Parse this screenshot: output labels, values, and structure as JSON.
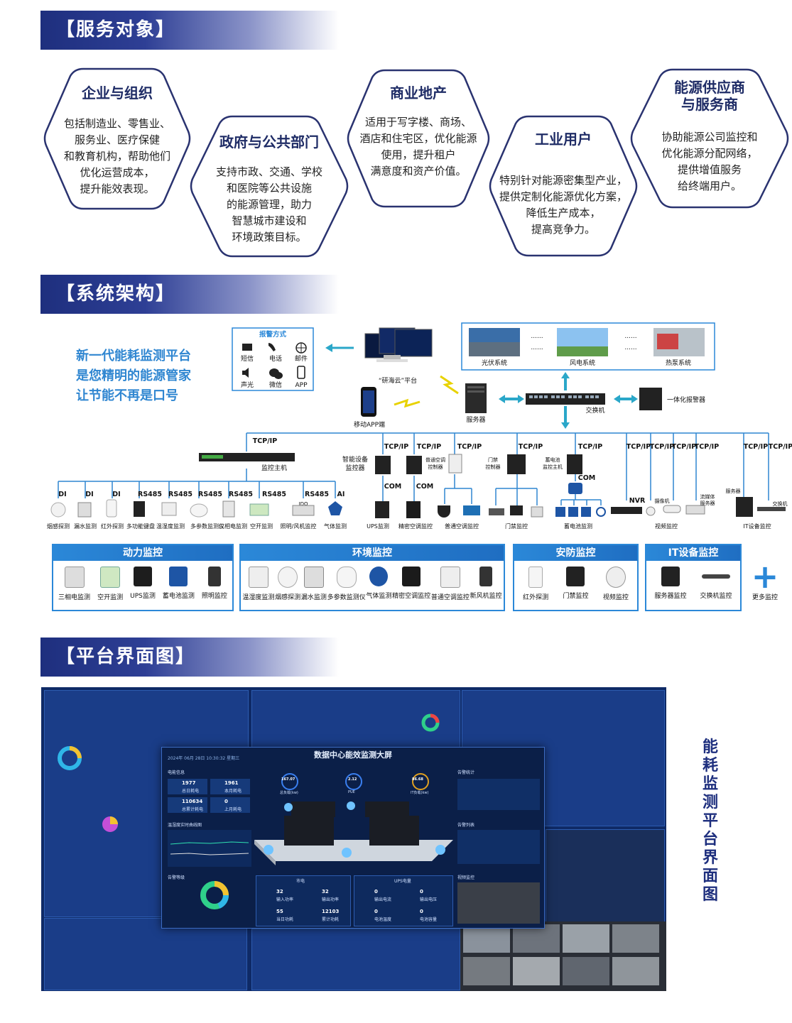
{
  "sections": {
    "service": "【服务对象】",
    "architecture": "【系统架构】",
    "platform": "【平台界面图】"
  },
  "service_targets": [
    {
      "title": "企业与组织",
      "desc": [
        "包括制造业、零售业、",
        "服务业、医疗保健",
        "和教育机构，帮助他们",
        "优化运营成本，",
        "提升能效表现。"
      ]
    },
    {
      "title": "政府与公共部门",
      "desc": [
        "支持市政、交通、学校",
        "和医院等公共设施",
        "的能源管理，助力",
        "智慧城市建设和",
        "环境政策目标。"
      ]
    },
    {
      "title": "商业地产",
      "desc": [
        "适用于写字楼、商场、",
        "酒店和住宅区，优化能源",
        "使用，提升租户",
        "满意度和资产价值。"
      ]
    },
    {
      "title": "工业用户",
      "desc": [
        "特别针对能源密集型产业，",
        "提供定制化能源优化方案，",
        "降低生产成本，",
        "提高竞争力。"
      ]
    },
    {
      "title": "能源供应商与服务商",
      "title_lines": [
        "能源供应商",
        "与服务商"
      ],
      "desc": [
        "协助能源公司监控和",
        "优化能源分配网络，",
        "提供增值服务",
        "给终端用户。"
      ]
    }
  ],
  "slogan": [
    "新一代能耗监测平台",
    "是您精明的能源管家",
    "让节能不再是口号"
  ],
  "alarm": {
    "title": "报警方式",
    "items": [
      "短信",
      "电话",
      "邮件",
      "声光",
      "微信",
      "APP"
    ]
  },
  "top": {
    "cloud": "“研海云”平台",
    "mobile": "移动APP端",
    "server": "服务器",
    "switch": "交换机",
    "alarm_host": "一体化报警器",
    "energy": [
      "光伏系统",
      "风电系统",
      "热泵系统"
    ],
    "dots": "......"
  },
  "bus": {
    "tcpip": "TCP/IP",
    "com": "COM",
    "monitor_host": "监控主机",
    "smart_monitor": [
      "智能设备",
      "监控器"
    ],
    "ac_controller": [
      "普通空调",
      "控制器"
    ],
    "door_controller": [
      "门禁",
      "控制器"
    ],
    "battery_host": [
      "蓄电池",
      "监控主机"
    ],
    "nvr": "NVR",
    "camera": "摄像机",
    "stream_server": [
      "流媒体",
      "服务器"
    ],
    "it_server": "服务器",
    "it_switch": "交换机",
    "ido": "IDO"
  },
  "ports": [
    "DI",
    "DI",
    "DI",
    "RS485",
    "RS485",
    "RS485",
    "RS485",
    "RS485",
    "RS485",
    "AI"
  ],
  "sensors": [
    "烟感探测",
    "漏水监测",
    "红外探测",
    "多功能键盘",
    "温湿度监测",
    "多参数监测仪",
    "三相电监测",
    "空开监测",
    "照明/风机监控",
    "气体监测"
  ],
  "devices_right": [
    "UPS监测",
    "精密空调监控",
    "普通空调监控",
    "门禁监控",
    "蓄电池监测",
    "视频监控",
    "IT设备监控"
  ],
  "categories": [
    {
      "title": "动力监控",
      "items": [
        "三相电监测",
        "空开监测",
        "UPS监测",
        "蓄电池监测",
        "照明监控"
      ]
    },
    {
      "title": "环境监控",
      "items": [
        "温湿度监测",
        "烟感探测",
        "漏水监测",
        "多参数监测仪",
        "气体监测",
        "精密空调监控",
        "普通空调监控",
        "新风机监控"
      ]
    },
    {
      "title": "安防监控",
      "items": [
        "红外探测",
        "门禁监控",
        "视频监控"
      ]
    },
    {
      "title": "IT设备监控",
      "items": [
        "服务器监控",
        "交换机监控"
      ]
    }
  ],
  "more": "更多监控",
  "dashboard": {
    "title": "数据中心能效监测大屏",
    "date": "2024年 06月 28日 10:30:32 星期三",
    "side_title": "能耗监测平台界面图",
    "kpis": [
      {
        "v": "167.07",
        "l": "总负载(kw)"
      },
      {
        "v": "2.12",
        "l": "PUE"
      },
      {
        "v": "86.68",
        "l": "IT负载(kw)"
      }
    ],
    "left_stats": [
      {
        "v": "1977",
        "l": "总日耗电"
      },
      {
        "v": "1961",
        "l": "本月耗电"
      },
      {
        "v": "110634",
        "l": "总累计耗电"
      },
      {
        "v": "0",
        "l": "上月耗电"
      }
    ],
    "bottom_stats": [
      {
        "v": "32",
        "l": "输入功率"
      },
      {
        "v": "32",
        "l": "输出功率"
      },
      {
        "v": "55",
        "l": "当日功耗"
      },
      {
        "v": "12103",
        "l": "累计功耗"
      },
      {
        "v": "0",
        "l": "输出电流"
      },
      {
        "v": "0",
        "l": "输出电压"
      },
      {
        "v": "0",
        "l": "电池温度"
      },
      {
        "v": "0",
        "l": "电池容量"
      }
    ],
    "panels": [
      "电能信息",
      "温湿度实时曲线图",
      "告警统计",
      "告警列表",
      "视频监控",
      "告警等级"
    ],
    "bottom_titles": [
      "市电",
      "UPS电量"
    ]
  },
  "colors": {
    "header": "#1e2f7e",
    "accent": "#2b88d8",
    "line": "#2f86d1",
    "hex_border": "#2a3370"
  }
}
